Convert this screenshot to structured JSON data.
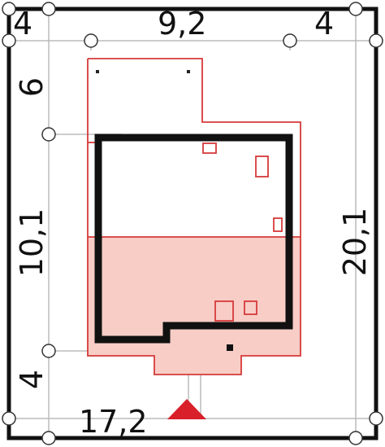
{
  "colors": {
    "plot_border": "#111111",
    "building_outline": "#111111",
    "footprint_line": "#d63a3a",
    "footprint_fill": "#f7cdc6",
    "entrance_marker": "#d81f2a",
    "dimension_line": "#bbbbbb"
  },
  "dimensions": {
    "top_left_setback": "4",
    "top_width": "9,2",
    "top_right_setback": "4",
    "bottom_total_width": "17,2",
    "left_top_setback": "6",
    "left_middle_depth": "10,1",
    "left_bottom_setback": "4",
    "right_total_depth": "20,1"
  },
  "icons": {
    "entrance": "triangle-entrance-icon",
    "control_point": "circle-marker-icon"
  }
}
